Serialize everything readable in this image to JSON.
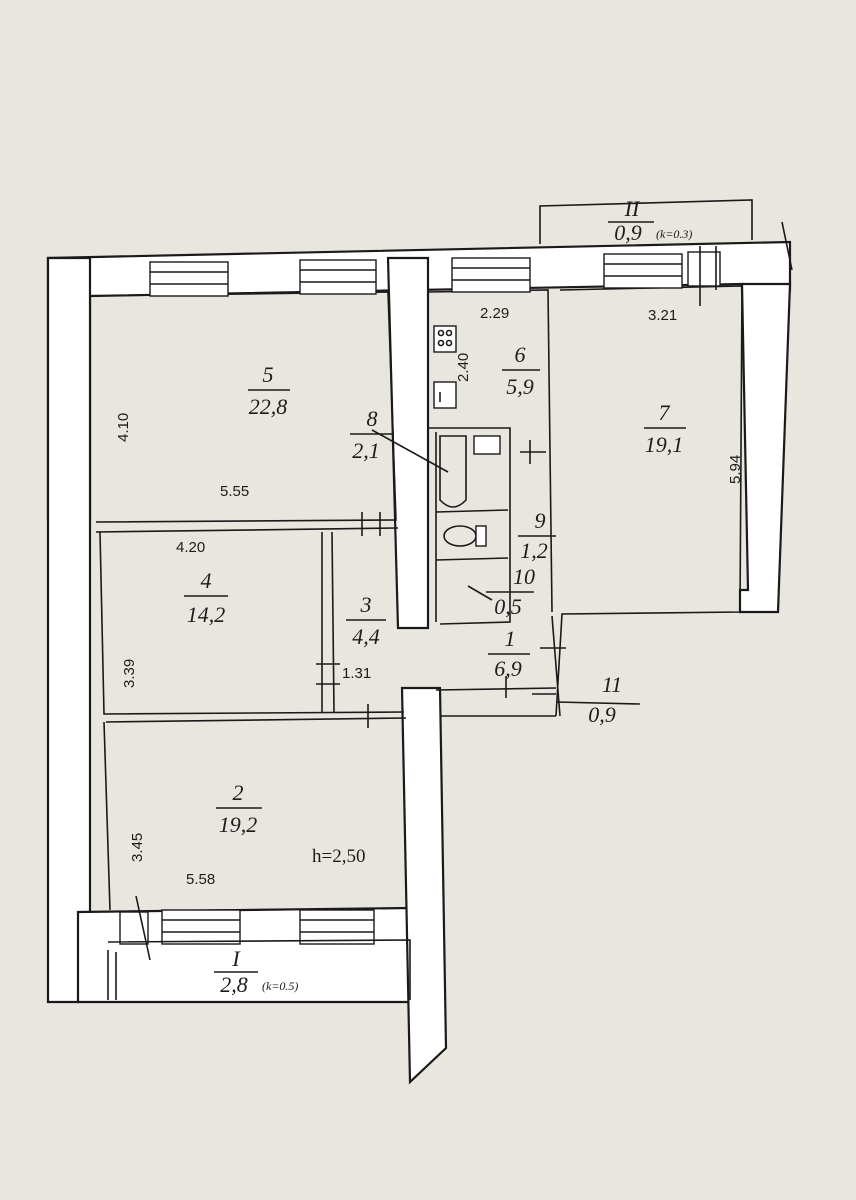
{
  "paper_color": "#e9e6df",
  "line_color": "#1a1a1a",
  "rooms": [
    {
      "id": "1",
      "number": "1",
      "area": "6,9"
    },
    {
      "id": "2",
      "number": "2",
      "area": "19,2"
    },
    {
      "id": "3",
      "number": "3",
      "area": "4,4"
    },
    {
      "id": "4",
      "number": "4",
      "area": "14,2"
    },
    {
      "id": "5",
      "number": "5",
      "area": "22,8"
    },
    {
      "id": "6",
      "number": "6",
      "area": "5,9"
    },
    {
      "id": "7",
      "number": "7",
      "area": "19,1"
    },
    {
      "id": "8",
      "number": "8",
      "area": "2,1"
    },
    {
      "id": "9",
      "number": "9",
      "area": "1,2"
    },
    {
      "id": "10",
      "number": "10",
      "area": "0,5"
    },
    {
      "id": "11",
      "number": "11",
      "area": "0,9"
    }
  ],
  "balconies": [
    {
      "id": "I",
      "number": "I",
      "area": "2,8",
      "coefficient": "(k=0.5)"
    },
    {
      "id": "II",
      "number": "II",
      "area": "0,9",
      "coefficient": "(k=0.3)"
    }
  ],
  "dimensions": {
    "room5_height": "4.10",
    "room5_width": "5.55",
    "room4_width": "4.20",
    "room4_height": "3.39",
    "room3_width": "1.31",
    "room2_height": "3.45",
    "room2_width": "5.58",
    "room6_width": "2.29",
    "room6_height": "2.40",
    "room7_width": "3.21",
    "room7_height": "5.94"
  },
  "ceiling_height": "h=2,50"
}
